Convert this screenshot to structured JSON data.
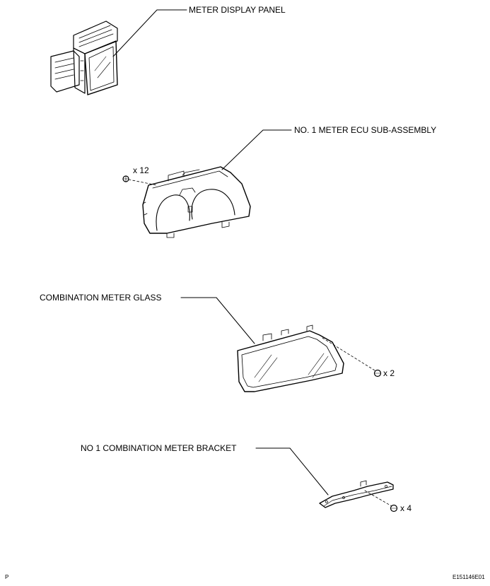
{
  "parts": {
    "meter_display_panel": "METER DISPLAY PANEL",
    "meter_ecu": "NO. 1 METER ECU SUB-ASSEMBLY",
    "meter_glass": "COMBINATION METER GLASS",
    "meter_bracket": "NO  1 COMBINATION METER BRACKET"
  },
  "quantities": {
    "ecu_screws": "x 12",
    "glass_screws": "x 2",
    "bracket_screws": "x 4"
  },
  "footer": {
    "left_code": "P",
    "figure_id": "E151146E01"
  }
}
